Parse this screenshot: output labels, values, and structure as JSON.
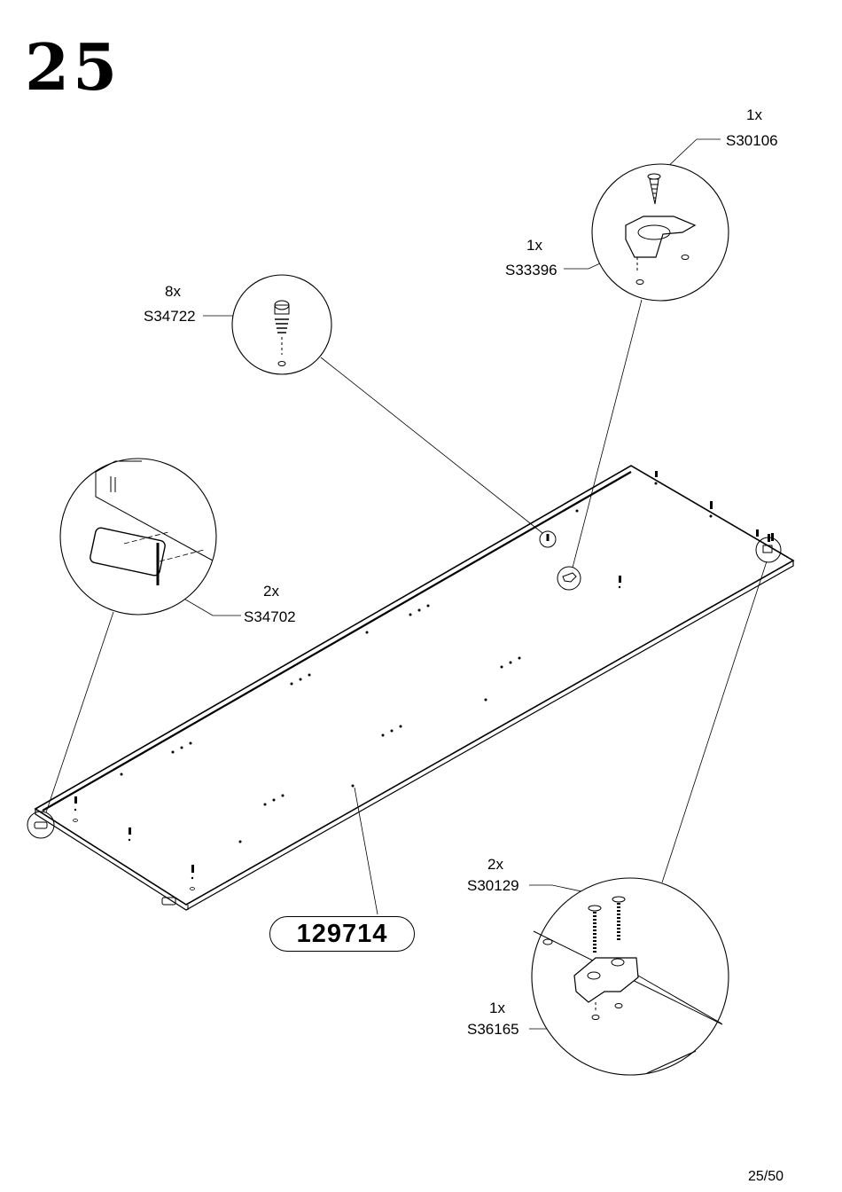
{
  "step": {
    "number": "25"
  },
  "callouts": [
    {
      "qty": "1x",
      "code": "S30106"
    },
    {
      "qty": "1x",
      "code": "S33396"
    },
    {
      "qty": "8x",
      "code": "S34722"
    },
    {
      "qty": "2x",
      "code": "S34702"
    },
    {
      "qty": "2x",
      "code": "S30129"
    },
    {
      "qty": "1x",
      "code": "S36165"
    }
  ],
  "panel": {
    "part_number": "129714"
  },
  "page": {
    "indicator": "25/50"
  }
}
